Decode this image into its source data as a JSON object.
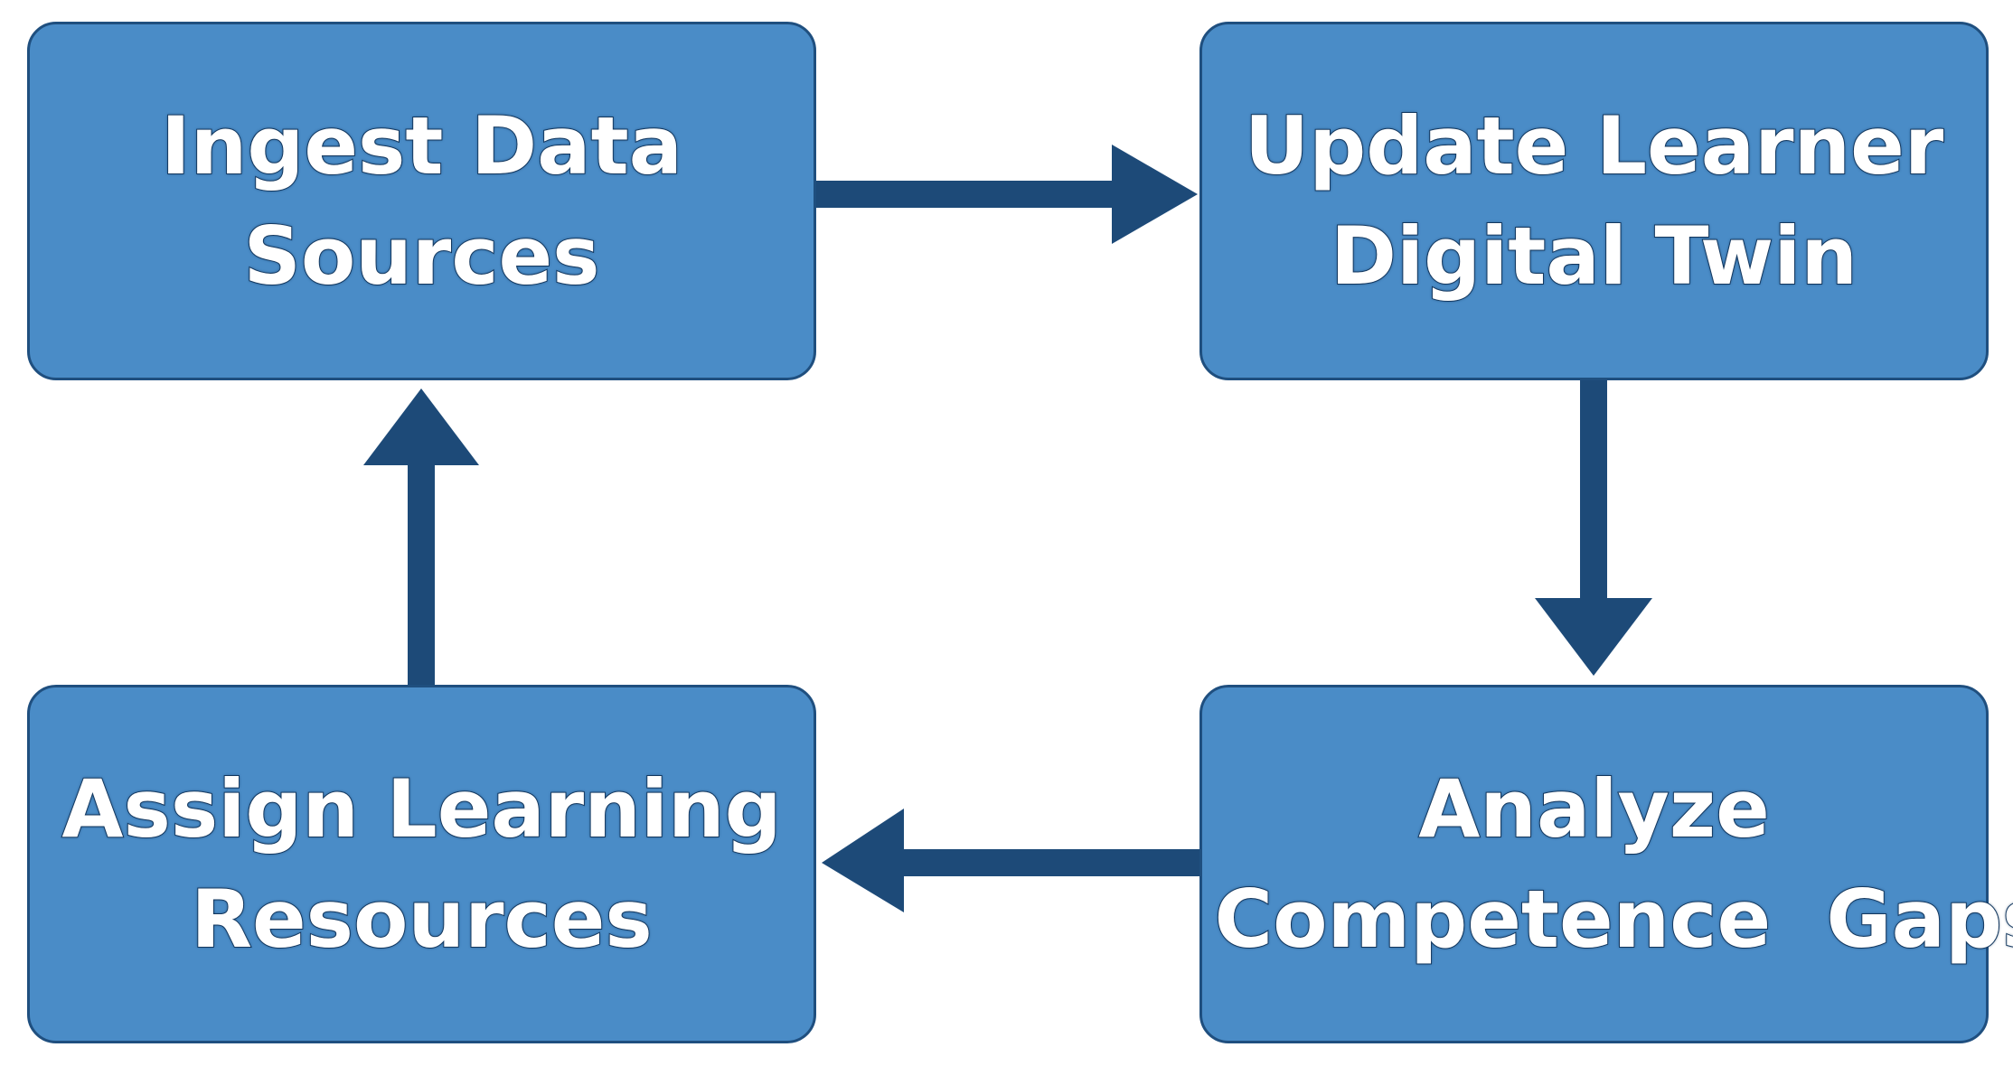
{
  "nodes": {
    "ingest": {
      "line1": "Ingest Data",
      "line2": "Sources"
    },
    "update": {
      "line1": "Update Learner",
      "line2": "Digital Twin"
    },
    "analyze": {
      "line1": "Analyze",
      "line2": "Competence  Gaps"
    },
    "assign": {
      "line1": "Assign Learning",
      "line2": "Resources"
    }
  },
  "colors": {
    "node_fill": "#4a8cc7",
    "node_border": "#1f4f7f",
    "arrow": "#1d4a78",
    "text": "#ffffff"
  },
  "flow": [
    {
      "from": "ingest",
      "to": "update"
    },
    {
      "from": "update",
      "to": "analyze"
    },
    {
      "from": "analyze",
      "to": "assign"
    },
    {
      "from": "assign",
      "to": "ingest"
    }
  ]
}
